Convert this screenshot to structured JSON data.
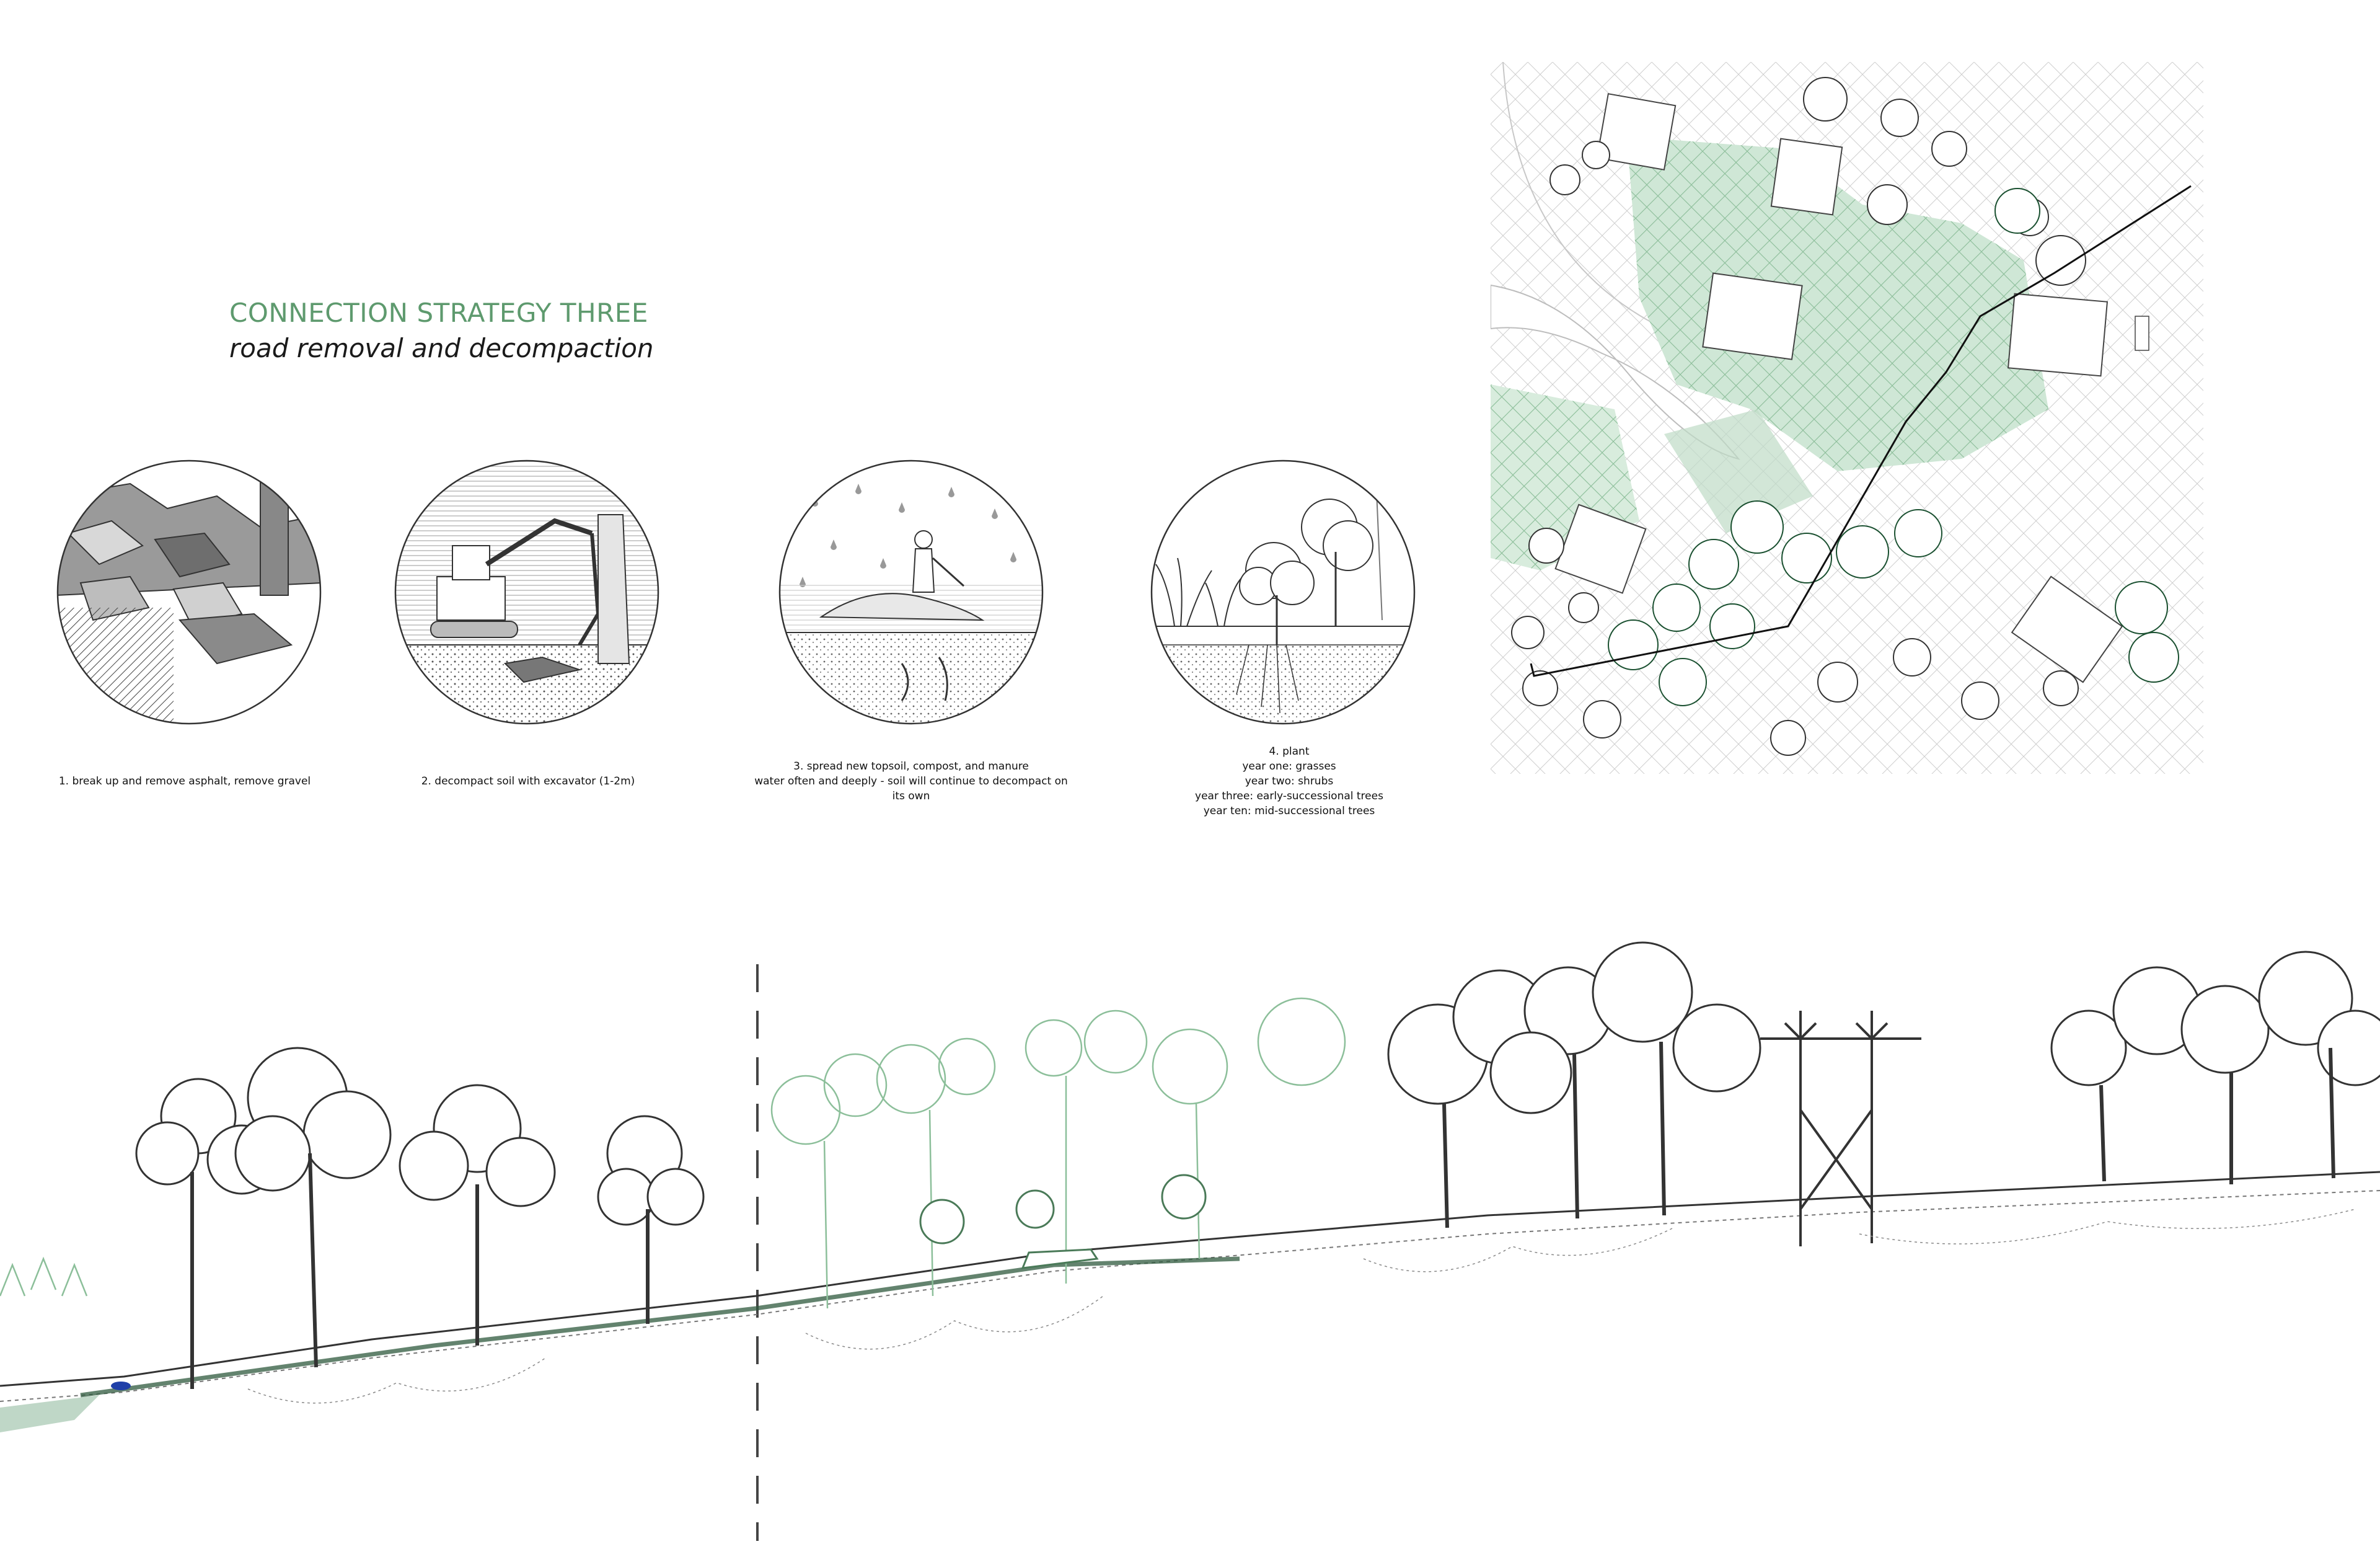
{
  "header": {
    "title": "CONNECTION STRATEGY THREE",
    "subtitle": "road removal and decompaction"
  },
  "steps": [
    {
      "caption_lines": [
        "1. break up and remove asphalt, remove gravel"
      ]
    },
    {
      "caption_lines": [
        "2. decompact soil with excavator (1-2m)"
      ]
    },
    {
      "caption_lines": [
        "3. spread new topsoil, compost, and manure",
        "water often and deeply - soil will continue to decompact on",
        "its own"
      ]
    },
    {
      "caption_lines": [
        "4. plant",
        "year one: grasses",
        "year two: shrubs",
        "year three: early-successional trees",
        "year ten: mid-successional trees"
      ]
    }
  ],
  "colors": {
    "accent_green": "#5e9a6e",
    "plan_green": "#bfdcc6",
    "line_gray": "#555555",
    "dark_green": "#2f5a3d",
    "water_blue": "#1f3fa8"
  }
}
